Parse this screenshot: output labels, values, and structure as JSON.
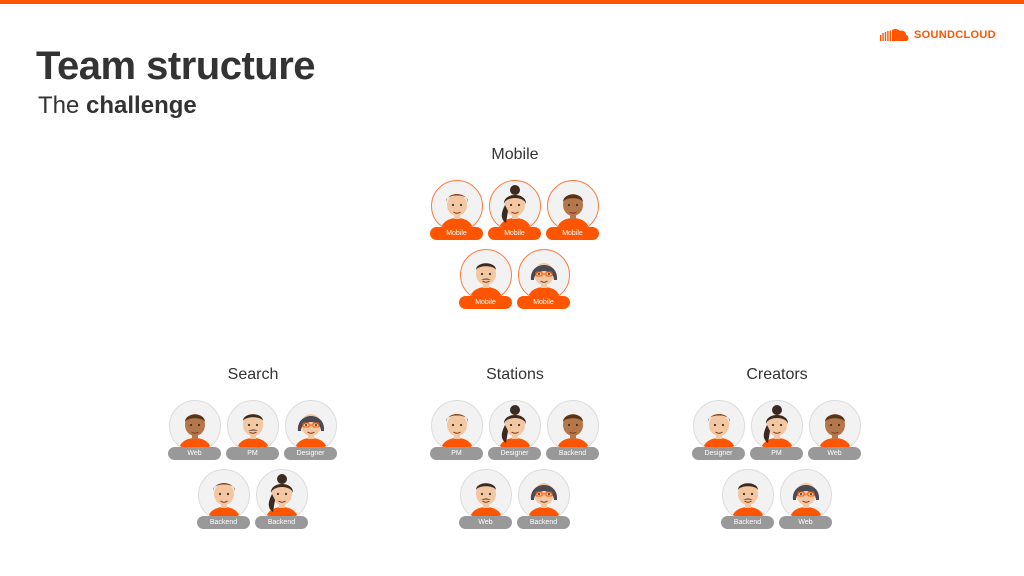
{
  "header": {
    "title": "Team structure",
    "subtitle_prefix": "The",
    "subtitle_bold": "challenge"
  },
  "logo": {
    "text": "SOUNDCLOUD",
    "icon": "soundcloud-cloud-icon"
  },
  "colors": {
    "accent": "#ff5500",
    "role_gray": "#999999",
    "text": "#333333"
  },
  "teams": [
    {
      "name": "Mobile",
      "style": "mobile",
      "members": [
        {
          "role": "Mobile",
          "avatar": "man-brown-hair"
        },
        {
          "role": "Mobile",
          "avatar": "woman-bun"
        },
        {
          "role": "Mobile",
          "avatar": "man-dark-skin"
        },
        {
          "role": "Mobile",
          "avatar": "man-mustache"
        },
        {
          "role": "Mobile",
          "avatar": "woman-glasses"
        }
      ]
    },
    {
      "name": "Search",
      "style": "gray",
      "members": [
        {
          "role": "Web",
          "avatar": "man-dark-skin"
        },
        {
          "role": "PM",
          "avatar": "man-mustache"
        },
        {
          "role": "Designer",
          "avatar": "woman-glasses"
        },
        {
          "role": "Backend",
          "avatar": "man-brown-hair"
        },
        {
          "role": "Backend",
          "avatar": "woman-bun"
        }
      ]
    },
    {
      "name": "Stations",
      "style": "gray",
      "members": [
        {
          "role": "PM",
          "avatar": "man-brown-hair"
        },
        {
          "role": "Designer",
          "avatar": "woman-bun"
        },
        {
          "role": "Backend",
          "avatar": "man-dark-skin"
        },
        {
          "role": "Web",
          "avatar": "man-mustache"
        },
        {
          "role": "Backend",
          "avatar": "woman-glasses"
        }
      ]
    },
    {
      "name": "Creators",
      "style": "gray",
      "members": [
        {
          "role": "Designer",
          "avatar": "man-brown-hair"
        },
        {
          "role": "PM",
          "avatar": "woman-bun"
        },
        {
          "role": "Web",
          "avatar": "man-dark-skin"
        },
        {
          "role": "Backend",
          "avatar": "man-mustache"
        },
        {
          "role": "Web",
          "avatar": "woman-glasses"
        }
      ]
    }
  ]
}
